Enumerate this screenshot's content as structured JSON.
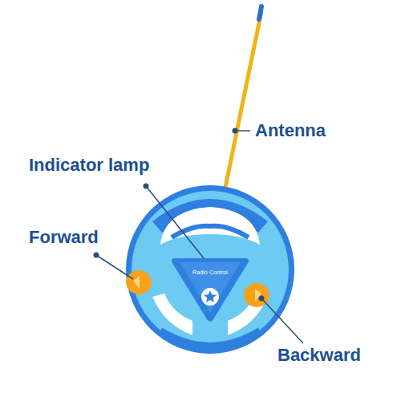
{
  "diagram": {
    "nodes": [
      {
        "text": [
          "Radio Control"
        ]
      }
    ],
    "labels": [
      "Antenna",
      "Indicator lamp",
      "Forward",
      "Backward"
    ]
  }
}
